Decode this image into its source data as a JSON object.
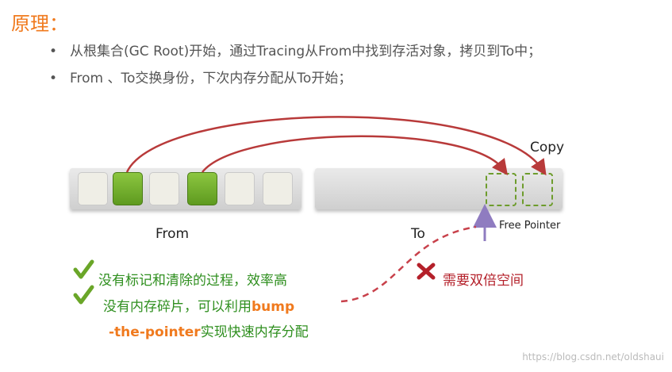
{
  "title": "原理：",
  "bullets": [
    "从根集合(GC Root)开始，通过Tracing从From中找到存活对象，拷贝到To中；",
    "From 、To交换身份，下次内存分配从To开始；"
  ],
  "labels": {
    "from": "From",
    "to": "To",
    "copy": "Copy",
    "free_pointer": "Free Pointer"
  },
  "pros": {
    "line1": "没有标记和清除的过程，效率高",
    "line2_prefix": "没有内存碎片，可以利用",
    "line2_highlight": "bump",
    "line3_highlight": "-the-pointer",
    "line3_suffix": "实现快速内存分配"
  },
  "cons": {
    "text": "需要双倍空间"
  },
  "watermark": "https://blog.csdn.net/oldshaui",
  "colors": {
    "title": "#f07a1e",
    "live_object": "#6aa628",
    "arc": "#b83a3a",
    "pointer_arrow": "#8f7cc0",
    "pros_text": "#2f8f1f",
    "cons_text": "#b4202a"
  }
}
